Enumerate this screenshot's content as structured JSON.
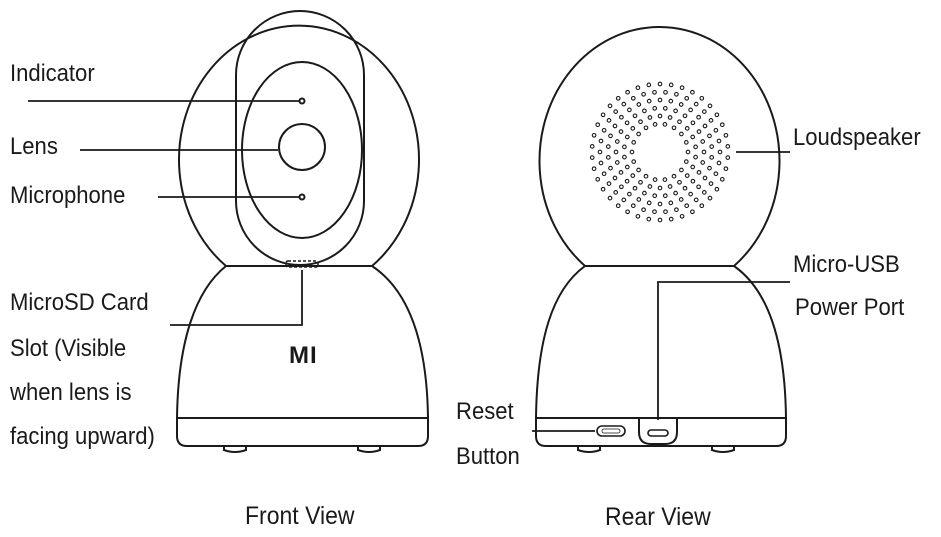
{
  "front": {
    "caption": "Front View",
    "logo": "MI",
    "labels": {
      "indicator": "Indicator",
      "lens": "Lens",
      "microphone": "Microphone",
      "sd_line1": "MicroSD Card",
      "sd_line2": "Slot (Visible",
      "sd_line3": "when lens is",
      "sd_line4": "facing upward)"
    }
  },
  "rear": {
    "caption": "Rear View",
    "labels": {
      "loudspeaker": "Loudspeaker",
      "usb_line1": "Micro-USB",
      "usb_line2": "Power Port",
      "reset_line1": "Reset",
      "reset_line2": "Button"
    }
  },
  "colors": {
    "stroke": "#1a1a1a",
    "background": "#ffffff"
  }
}
